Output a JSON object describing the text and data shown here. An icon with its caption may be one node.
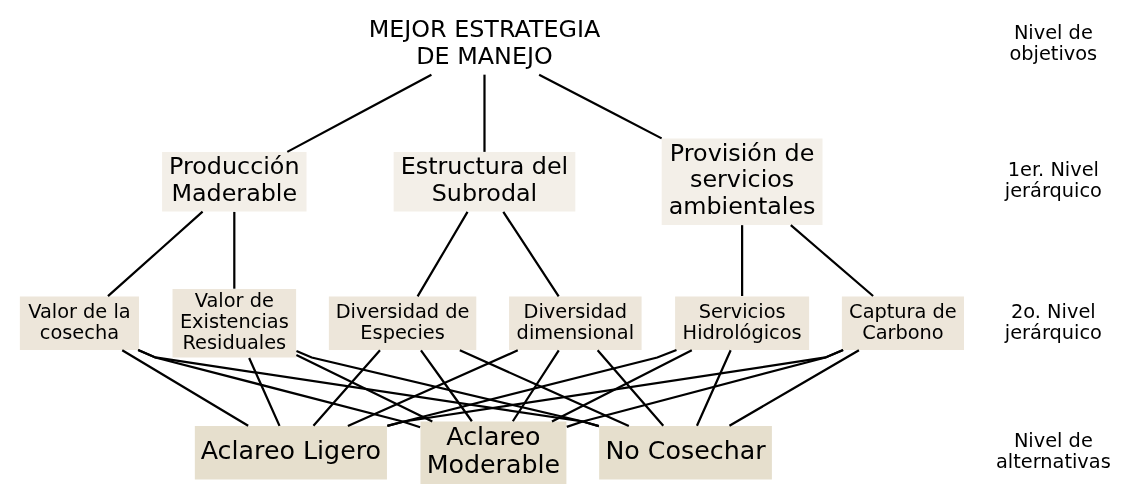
{
  "diagram": {
    "nodes": [
      {
        "text": [
          "MEJOR ESTRATEGIA DE MANEJO"
        ]
      },
      {
        "text": [
          "Producción Maderable"
        ]
      },
      {
        "text": [
          "Estructura del Subrodal"
        ]
      },
      {
        "text": [
          "Provisión de servicios ambientales"
        ]
      },
      {
        "text": [
          "Valor de la cosecha"
        ]
      },
      {
        "text": [
          "Valor de Existencias Residuales"
        ]
      },
      {
        "text": [
          "Diversidad de Especies"
        ]
      },
      {
        "text": [
          "Diversidad dimensional"
        ]
      },
      {
        "text": [
          "Servicios Hidrológicos"
        ]
      },
      {
        "text": [
          "Captura de Carbono"
        ]
      },
      {
        "text": [
          "Aclareo Ligero"
        ]
      },
      {
        "text": [
          "Aclareo Moderable"
        ]
      },
      {
        "text": [
          "No Cosechar"
        ]
      }
    ],
    "edges": [
      {
        "from": 0,
        "to": 1,
        "arrow": "none"
      },
      {
        "from": 0,
        "to": 2,
        "arrow": "none"
      },
      {
        "from": 0,
        "to": 3,
        "arrow": "none"
      },
      {
        "from": 1,
        "to": 4,
        "arrow": "none"
      },
      {
        "from": 1,
        "to": 5,
        "arrow": "none"
      },
      {
        "from": 2,
        "to": 6,
        "arrow": "none"
      },
      {
        "from": 2,
        "to": 7,
        "arrow": "none"
      },
      {
        "from": 3,
        "to": 8,
        "arrow": "none"
      },
      {
        "from": 3,
        "to": 9,
        "arrow": "none"
      },
      {
        "from": 4,
        "to": 10,
        "arrow": "none"
      },
      {
        "from": 4,
        "to": 11,
        "arrow": "none"
      },
      {
        "from": 4,
        "to": 12,
        "arrow": "none"
      },
      {
        "from": 5,
        "to": 10,
        "arrow": "none"
      },
      {
        "from": 5,
        "to": 11,
        "arrow": "none"
      },
      {
        "from": 5,
        "to": 12,
        "arrow": "none"
      },
      {
        "from": 6,
        "to": 10,
        "arrow": "none"
      },
      {
        "from": 6,
        "to": 11,
        "arrow": "none"
      },
      {
        "from": 6,
        "to": 12,
        "arrow": "none"
      },
      {
        "from": 7,
        "to": 10,
        "arrow": "none"
      },
      {
        "from": 7,
        "to": 11,
        "arrow": "none"
      },
      {
        "from": 7,
        "to": 12,
        "arrow": "none"
      },
      {
        "from": 8,
        "to": 10,
        "arrow": "none"
      },
      {
        "from": 8,
        "to": 11,
        "arrow": "none"
      },
      {
        "from": 8,
        "to": 12,
        "arrow": "none"
      },
      {
        "from": 9,
        "to": 10,
        "arrow": "none"
      },
      {
        "from": 9,
        "to": 11,
        "arrow": "none"
      },
      {
        "from": 9,
        "to": 12,
        "arrow": "none"
      }
    ],
    "labels": [
      "Nivel de objetivos",
      "1er. Nivel jerárquico",
      "2o. Nivel jerárquico",
      "Nivel de alternativas"
    ]
  }
}
